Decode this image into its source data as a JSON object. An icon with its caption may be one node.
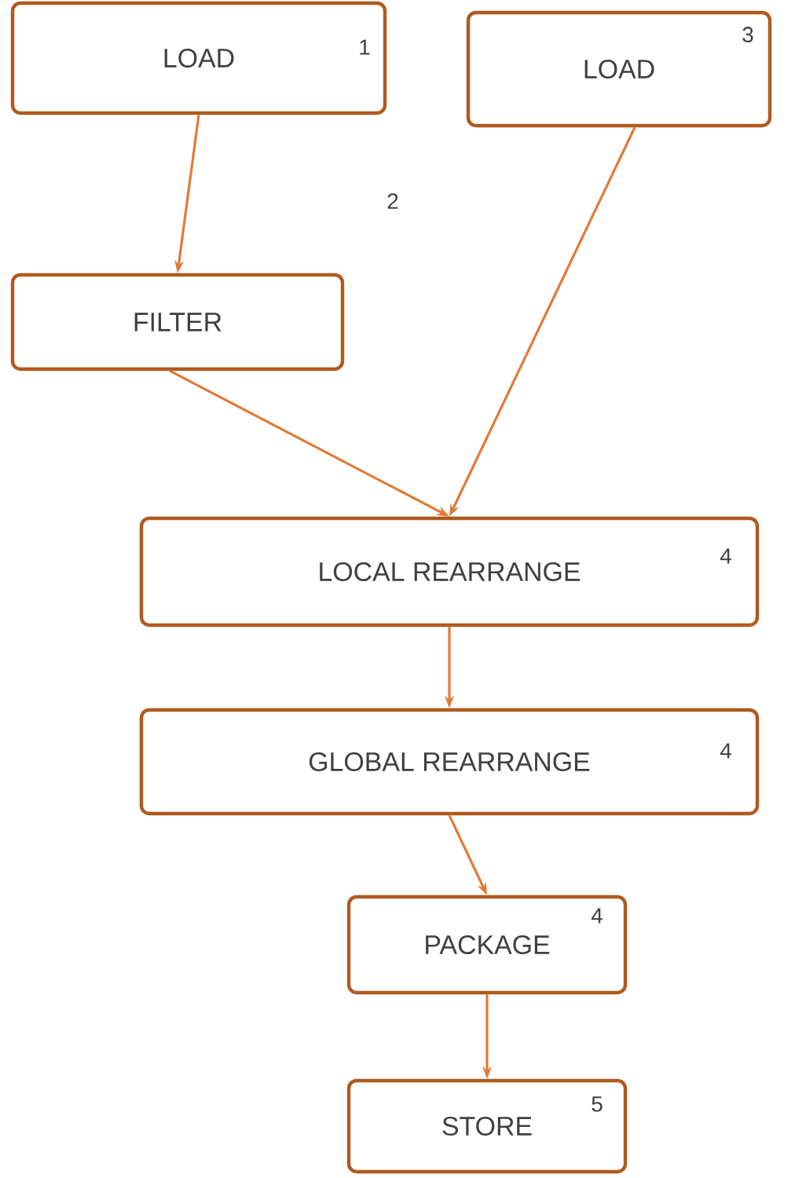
{
  "diagram": {
    "nodes": [
      {
        "text": [
          "LOAD",
          "1"
        ]
      },
      {
        "text": [
          "LOAD",
          "3"
        ]
      },
      {
        "text": [
          "FILTER"
        ]
      },
      {
        "text": [
          "LOCAL REARRANGE",
          "4"
        ]
      },
      {
        "text": [
          "GLOBAL REARRANGE",
          "4"
        ]
      },
      {
        "text": [
          "PACKAGE",
          "4"
        ]
      },
      {
        "text": [
          "STORE",
          "5"
        ]
      }
    ],
    "edges": [
      {
        "from": 0,
        "to": 2,
        "arrow": "to"
      },
      {
        "from": 2,
        "to": 3,
        "arrow": "to"
      },
      {
        "from": 1,
        "to": 3,
        "arrow": "to"
      },
      {
        "from": 3,
        "to": 4,
        "arrow": "to"
      },
      {
        "from": 4,
        "to": 5,
        "arrow": "to"
      },
      {
        "from": 5,
        "to": 6,
        "arrow": "to"
      }
    ],
    "labels": [
      "2"
    ]
  }
}
